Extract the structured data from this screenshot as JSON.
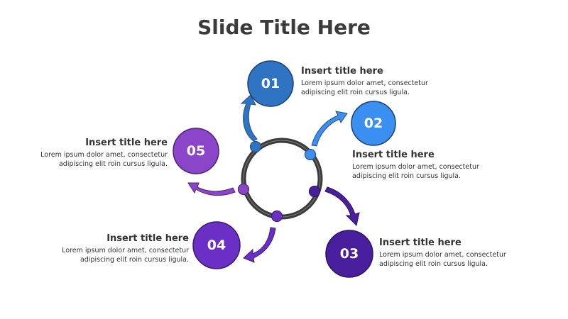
{
  "slide": {
    "title": "Slide Title Here"
  },
  "colors": {
    "ring": "#3a3a3a",
    "step1": "#2f73c3",
    "step2": "#3a8ff0",
    "step3": "#4a1f9e",
    "step4": "#6a2fc4",
    "step5": "#8a45c9"
  },
  "steps": [
    {
      "number": "01",
      "title": "Insert title here",
      "description": "Lorem ipsum dolor amet, consectetur adipiscing elit roin cursus ligula."
    },
    {
      "number": "02",
      "title": "Insert title here",
      "description": "Lorem ipsum dolor amet, consectetur adipiscing elit roin cursus ligula."
    },
    {
      "number": "03",
      "title": "Insert title here",
      "description": "Lorem ipsum dolor amet, consectetur adipiscing elit roin cursus ligula."
    },
    {
      "number": "04",
      "title": "Insert title here",
      "description": "Lorem ipsum dolor amet, consectetur adipiscing elit roin cursus ligula."
    },
    {
      "number": "05",
      "title": "Insert title here",
      "description": "Lorem ipsum dolor amet, consectetur adipiscing elit roin cursus ligula."
    }
  ]
}
